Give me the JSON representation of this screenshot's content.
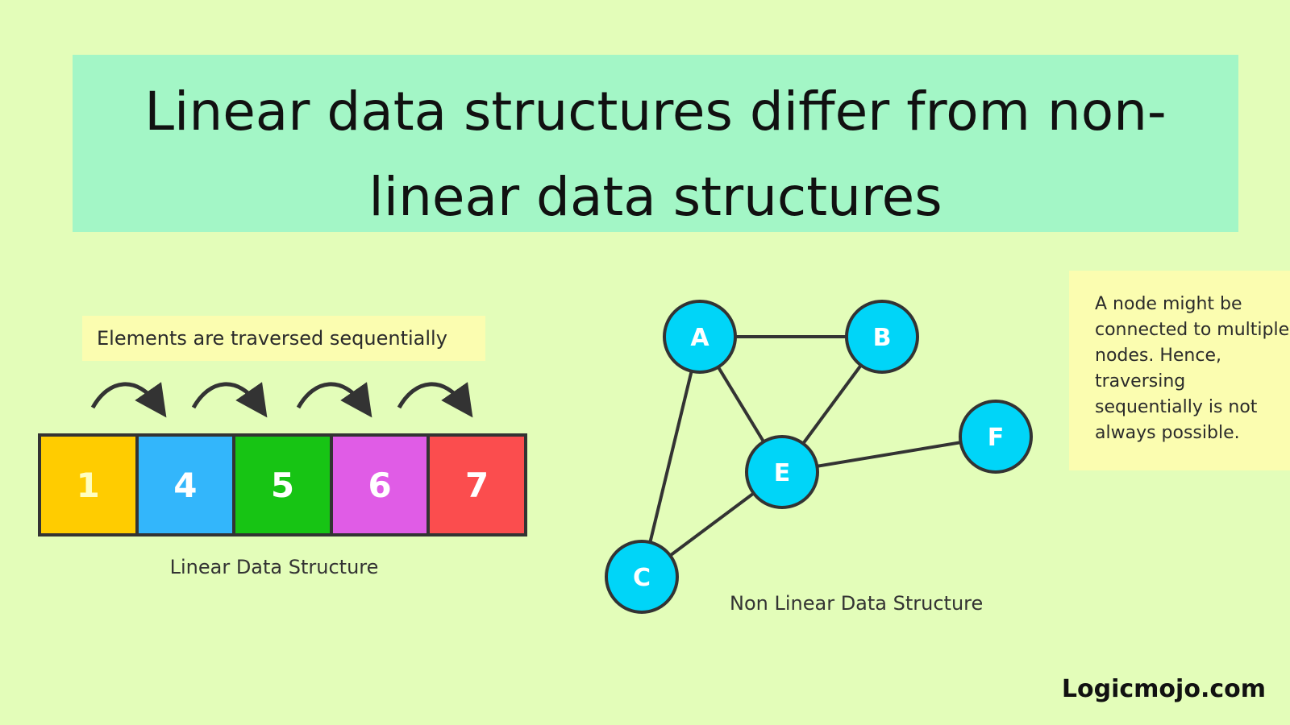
{
  "title": "Linear data structures differ from non-linear data structures",
  "linear": {
    "note": "Elements are traversed sequentially",
    "cells": [
      {
        "value": "1",
        "color": "#ffcc00",
        "text_color": "#fffec0"
      },
      {
        "value": "4",
        "color": "#33b6fb",
        "text_color": "#ffffff"
      },
      {
        "value": "5",
        "color": "#17c414",
        "text_color": "#ffffff"
      },
      {
        "value": "6",
        "color": "#e05ce6",
        "text_color": "#ffffff"
      },
      {
        "value": "7",
        "color": "#fb4d4e",
        "text_color": "#ffffff"
      }
    ],
    "caption": "Linear Data Structure"
  },
  "graph": {
    "node_color": "#00d5f8",
    "nodes": [
      "A",
      "B",
      "E",
      "F",
      "C"
    ],
    "edges": [
      [
        "A",
        "B"
      ],
      [
        "A",
        "E"
      ],
      [
        "B",
        "E"
      ],
      [
        "E",
        "F"
      ],
      [
        "A",
        "C"
      ],
      [
        "C",
        "E"
      ]
    ],
    "caption": "Non Linear Data Structure"
  },
  "node_note": "A node might be connected to multiple nodes. Hence, traversing sequentially is not always possible.",
  "brand": "Logicmojo.com"
}
